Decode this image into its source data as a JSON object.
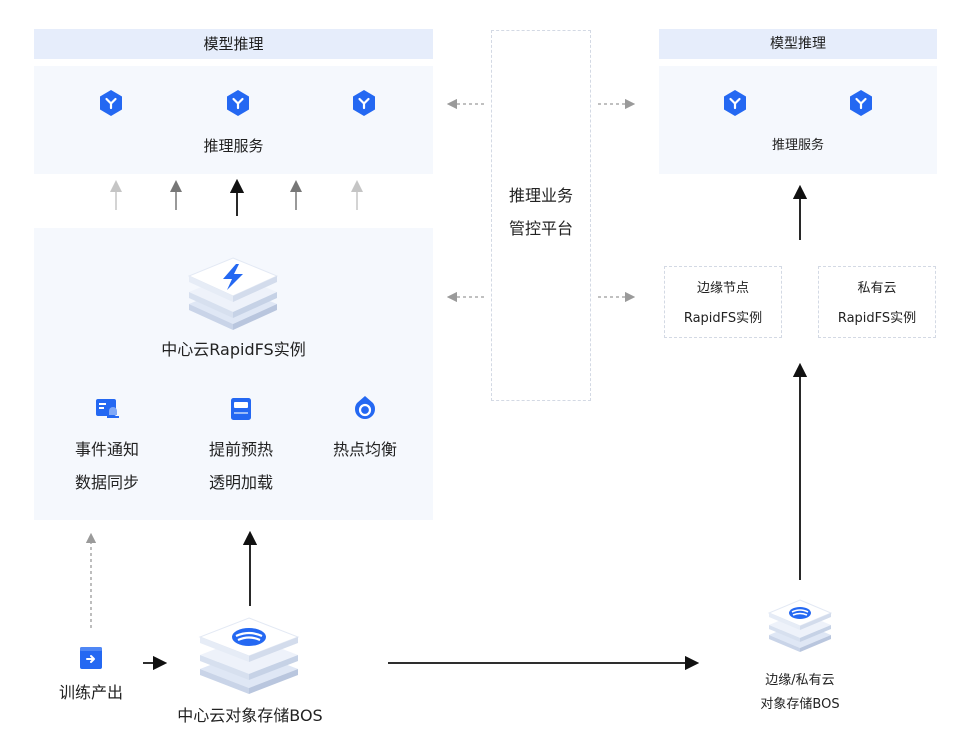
{
  "left_top": {
    "header": "模型推理",
    "service_label": "推理服务"
  },
  "right_top": {
    "header": "模型推理",
    "service_label": "推理服务"
  },
  "control_platform": {
    "line1": "推理业务",
    "line2": "管控平台"
  },
  "center_instance": {
    "label": "中心云RapidFS实例",
    "features": [
      {
        "icon": "event-notify-icon",
        "line1": "事件通知",
        "line2": "数据同步"
      },
      {
        "icon": "preheat-icon",
        "line1": "提前预热",
        "line2": "透明加载"
      },
      {
        "icon": "hotspot-icon",
        "line1": "热点均衡",
        "line2": ""
      }
    ]
  },
  "edge_node": {
    "line1": "边缘节点",
    "line2": "RapidFS实例"
  },
  "private_cloud": {
    "line1": "私有云",
    "line2": "RapidFS实例"
  },
  "training": {
    "label": "训练产出"
  },
  "center_bos": {
    "label": "中心云对象存储BOS"
  },
  "edge_bos": {
    "line1": "边缘/私有云",
    "line2": "对象存储BOS"
  },
  "colors": {
    "accent": "#2468f2",
    "panel": "#f5f8fd",
    "header": "#e6edfb",
    "dashed": "#d3d9e4"
  }
}
